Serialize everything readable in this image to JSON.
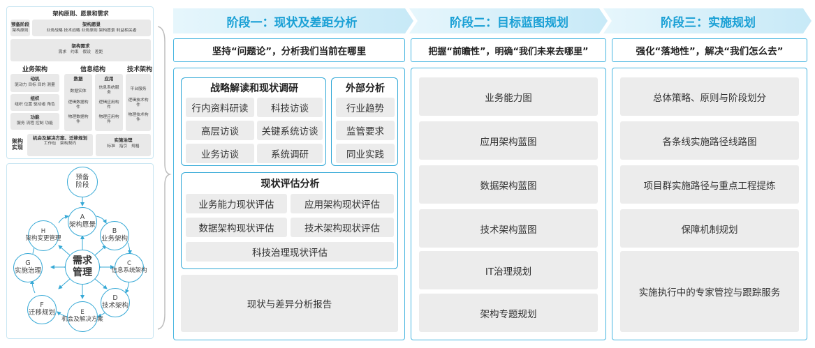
{
  "left_top": {
    "title": "架构原则、愿景和需求",
    "prelim_title": "预备阶段",
    "prelim_sub": "架构原则",
    "vision_title": "架构愿景",
    "vision_items": "业务战略 技术战略 业务原则 架构愿景 利益相关者",
    "req_title": "架构需求",
    "req_items": "需求　约束　假设　差距",
    "biz_title": "业务架构",
    "info_title": "信息结构",
    "tech_title": "技术架构",
    "biz_cells": [
      {
        "t": "动机",
        "s": "驱动力 目标 目的 测量"
      },
      {
        "t": "组织",
        "s": "组织 位置 驱动者 角色"
      },
      {
        "t": "功能",
        "s": "服务 流程 控制 功能"
      }
    ],
    "data_head": "数据",
    "app_head": "应用",
    "data_cells": [
      "数据实体",
      "逻辑数据构件",
      "物理数据构件"
    ],
    "app_cells": [
      "信息系统服务",
      "逻辑应用构件",
      "物理应用构件"
    ],
    "tech_cells": [
      "平台服务",
      "逻辑技术构件",
      "物理技术构件"
    ],
    "impl_label": "架构实现",
    "opp_title": "机会及解决方案、迁移规划",
    "opp_items": "工作包　架构契约",
    "gov_title": "实施治理",
    "gov_items": "标准　指引　规格"
  },
  "cycle": {
    "center": "需求管理",
    "prelim": "预备阶段",
    "A": "A\n架构愿景",
    "B": "B\n业务架构",
    "C": "C\n信息系统架构",
    "D": "D\n技术架构",
    "E": "E\n机会及解决方案",
    "F": "F\n迁移规划",
    "G": "G\n实施治理",
    "H": "H\n架构变更管理"
  },
  "phases": [
    {
      "title": "阶段一：现状及差距分析",
      "slogan": "坚持“问题论”，分析我们当前在哪里"
    },
    {
      "title": "阶段二：目标蓝图规划",
      "slogan": "把握“前瞻性”，明确“我们未来去哪里”"
    },
    {
      "title": "阶段三：实施规划",
      "slogan": "强化“落地性”，解决“我们怎么去”"
    }
  ],
  "phase1": {
    "strategy_title": "战略解读和现状调研",
    "strategy_items": [
      "行内资料研读",
      "科技访谈",
      "高层访谈",
      "关键系统访谈",
      "业务访谈",
      "系统调研"
    ],
    "external_title": "外部分析",
    "external_items": [
      "行业趋势",
      "监管要求",
      "同业实践"
    ],
    "assess_title": "现状评估分析",
    "assess_items": [
      "业务能力现状评估",
      "应用架构现状评估",
      "数据架构现状评估",
      "技术架构现状评估"
    ],
    "assess_last": "科技治理现状评估",
    "report": "现状与差异分析报告"
  },
  "phase2": {
    "items": [
      "业务能力图",
      "应用架构蓝图",
      "数据架构蓝图",
      "技术架构蓝图",
      "IT治理规划",
      "架构专题规划"
    ]
  },
  "phase3": {
    "items": [
      "总体策略、原则与阶段划分",
      "各条线实施路径线路图",
      "项目群实施路径与重点工程提炼",
      "保障机制规划",
      "实施执行中的专家管控与跟踪服务"
    ]
  },
  "colors": {
    "accent": "#1aa0d5",
    "border": "#46b5e0",
    "cell": "#ececec"
  }
}
